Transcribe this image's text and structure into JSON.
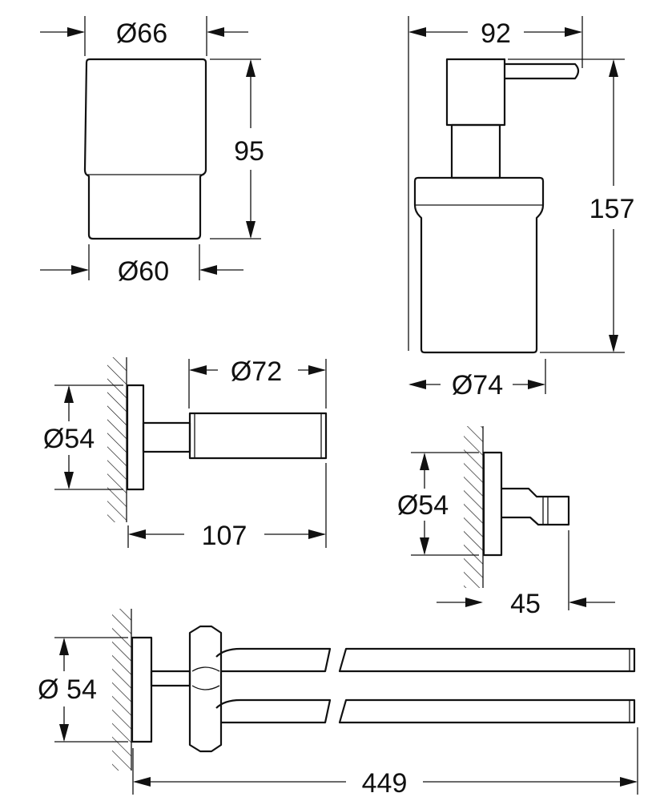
{
  "diagram": {
    "tumbler": {
      "top_diameter": "Ø66",
      "height": "95",
      "bottom_diameter": "Ø60"
    },
    "soap_dispenser": {
      "depth": "92",
      "height": "157",
      "diameter": "Ø74"
    },
    "glass_holder": {
      "glass_diameter": "Ø72",
      "rosette_diameter": "Ø54",
      "projection": "107"
    },
    "robe_hook": {
      "rosette_diameter": "Ø54",
      "projection": "45"
    },
    "double_towel_bar": {
      "rosette_diameter": "Ø 54",
      "length": "449"
    },
    "colors": {
      "line": "#111111",
      "background": "#ffffff"
    }
  }
}
